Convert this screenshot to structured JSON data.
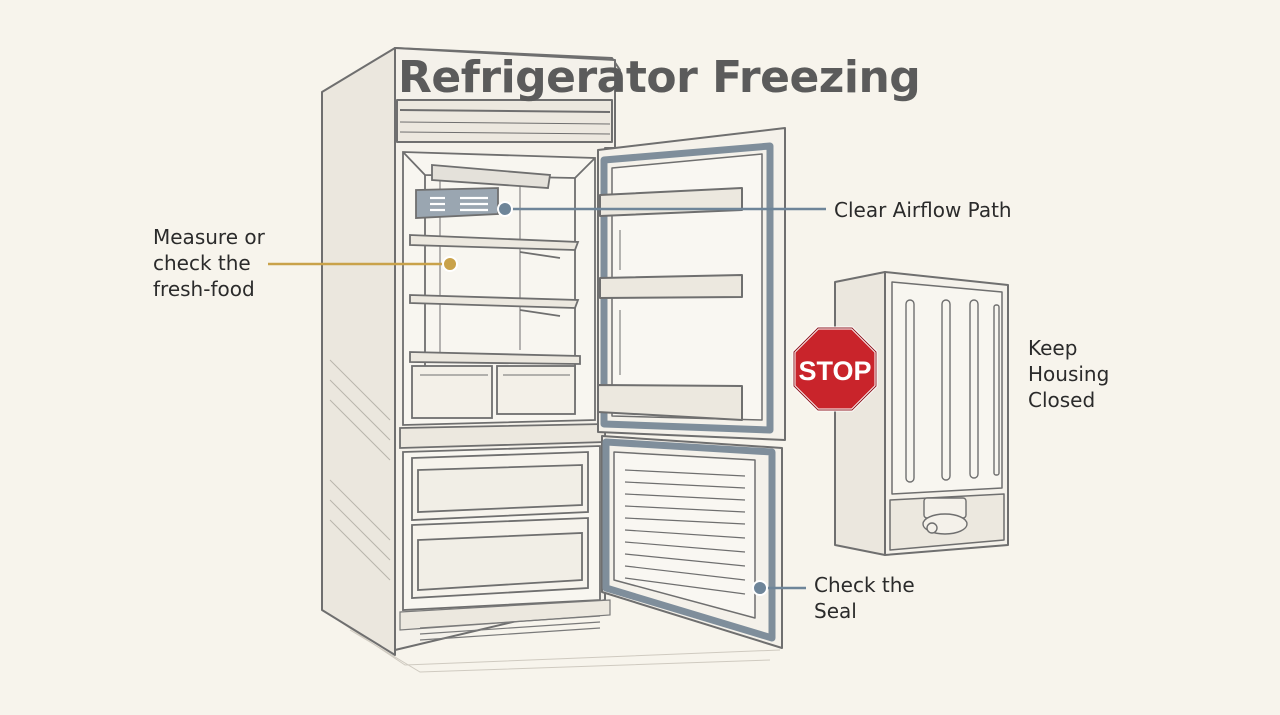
{
  "title": "Refrigerator Freezing",
  "callouts": {
    "airflow": {
      "lines": [
        "Clear Airflow Path"
      ]
    },
    "measure": {
      "lines": [
        "Measure or",
        "check the",
        "fresh-food"
      ]
    },
    "housing": {
      "lines": [
        "Keep",
        "Housing",
        "Closed"
      ]
    },
    "seal": {
      "lines": [
        "Check the",
        "Seal"
      ]
    }
  },
  "stop_sign": {
    "text": "STOP"
  },
  "colors": {
    "background": "#f7f4ec",
    "sketch_line": "#6f6f6f",
    "gasket": "#7f8e9b",
    "leader_blue": "#6e8599",
    "leader_gold": "#c9a24a",
    "stop_red": "#c9242b",
    "vent_fill": "#9aa6b1"
  }
}
